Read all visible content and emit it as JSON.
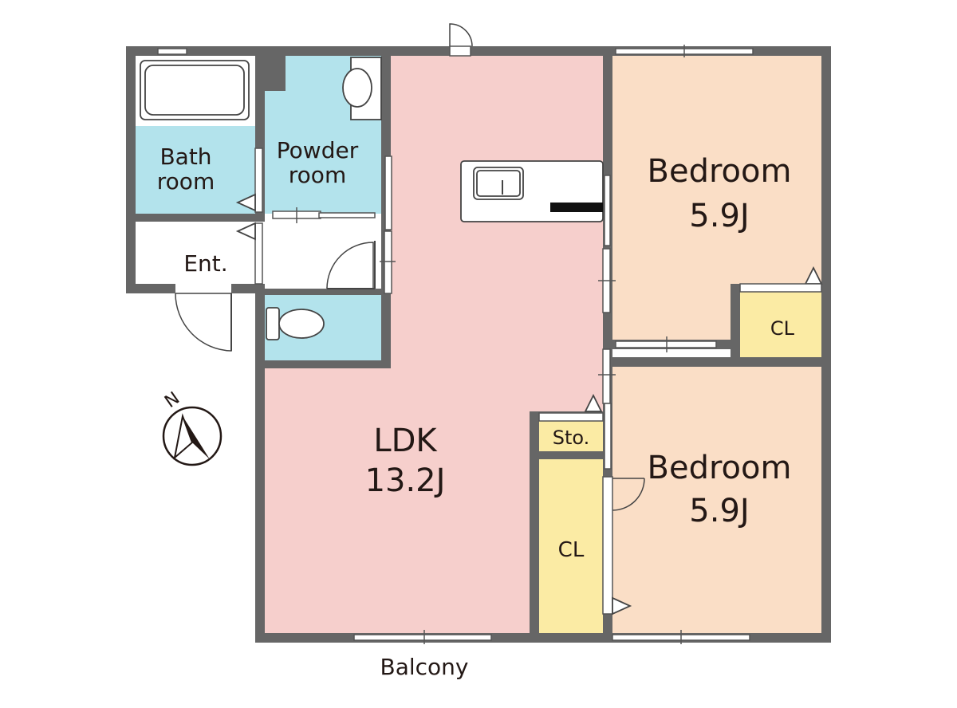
{
  "colors": {
    "ldk": "#f6cfcc",
    "bedroom": "#fadec6",
    "water": "#b3e3ec",
    "storage": "#fbeba4",
    "entrance": "#ffffff",
    "wall": "#666666"
  },
  "rooms": {
    "bathroom": {
      "line1": "Bath",
      "line2": "room"
    },
    "powder": {
      "line1": "Powder",
      "line2": "room"
    },
    "entrance": {
      "label": "Ent."
    },
    "ldk": {
      "name": "LDK",
      "size": "13.2J"
    },
    "bedroom_upper": {
      "name": "Bedroom",
      "size": "5.9J"
    },
    "bedroom_lower": {
      "name": "Bedroom",
      "size": "5.9J"
    },
    "closet_upper": {
      "label": "CL"
    },
    "closet_lower": {
      "label": "CL"
    },
    "storage": {
      "label": "Sto."
    }
  },
  "outside": {
    "balcony": "Balcony"
  },
  "compass": {
    "north": "N",
    "icon": "north-arrow-icon"
  }
}
